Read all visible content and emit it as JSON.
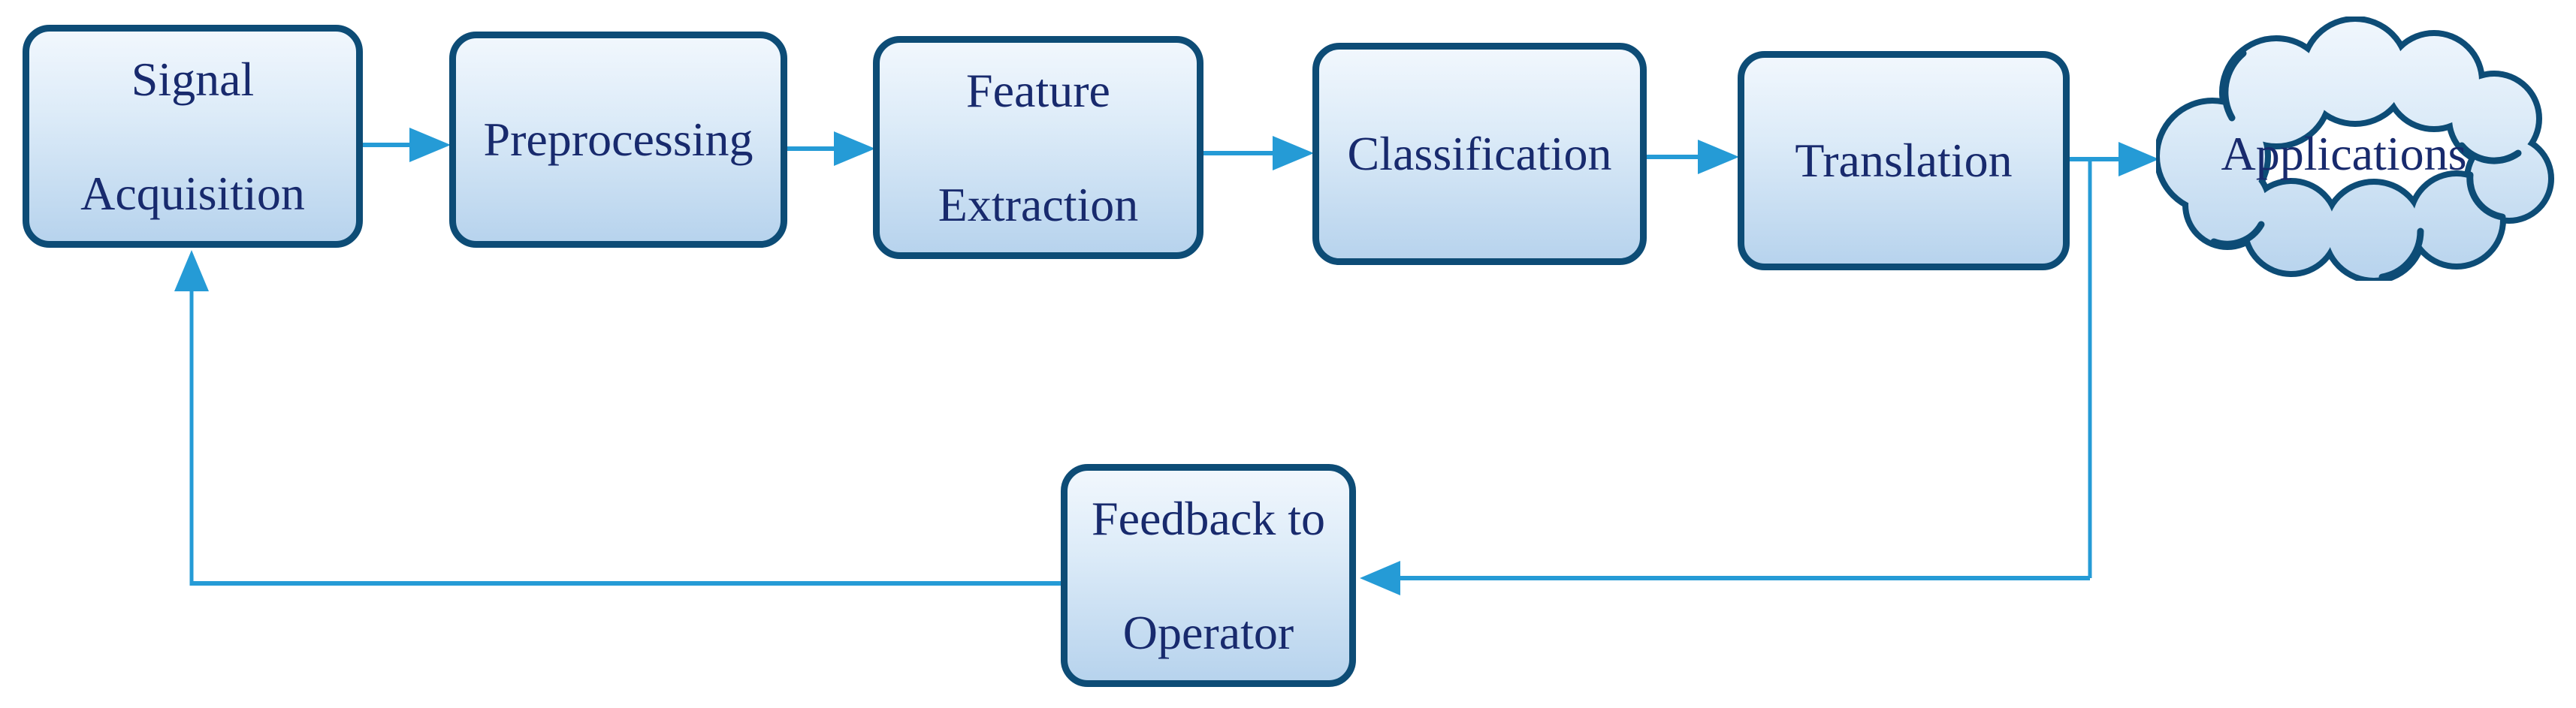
{
  "diagram": {
    "nodes": {
      "signal_acquisition": {
        "line1": "Signal",
        "line2": "Acquisition"
      },
      "preprocessing": {
        "label": "Preprocessing"
      },
      "feature_extraction": {
        "line1": "Feature",
        "line2": "Extraction"
      },
      "classification": {
        "label": "Classification"
      },
      "translation": {
        "label": "Translation"
      },
      "applications": {
        "label": "Applications"
      },
      "feedback_to_operator": {
        "line1": "Feedback to",
        "line2": "Operator"
      }
    },
    "edges": [
      {
        "from": "signal_acquisition",
        "to": "preprocessing"
      },
      {
        "from": "preprocessing",
        "to": "feature_extraction"
      },
      {
        "from": "feature_extraction",
        "to": "classification"
      },
      {
        "from": "classification",
        "to": "translation"
      },
      {
        "from": "translation",
        "to": "applications"
      },
      {
        "from": "translation",
        "to": "feedback_to_operator"
      },
      {
        "from": "feedback_to_operator",
        "to": "signal_acquisition"
      }
    ],
    "colors": {
      "box_border": "#0d4c76",
      "box_fill_top": "#f1f7fd",
      "box_fill_bottom": "#b7d3ed",
      "text": "#182a6d",
      "arrow": "#259bd6",
      "background": "#ffffff"
    }
  }
}
